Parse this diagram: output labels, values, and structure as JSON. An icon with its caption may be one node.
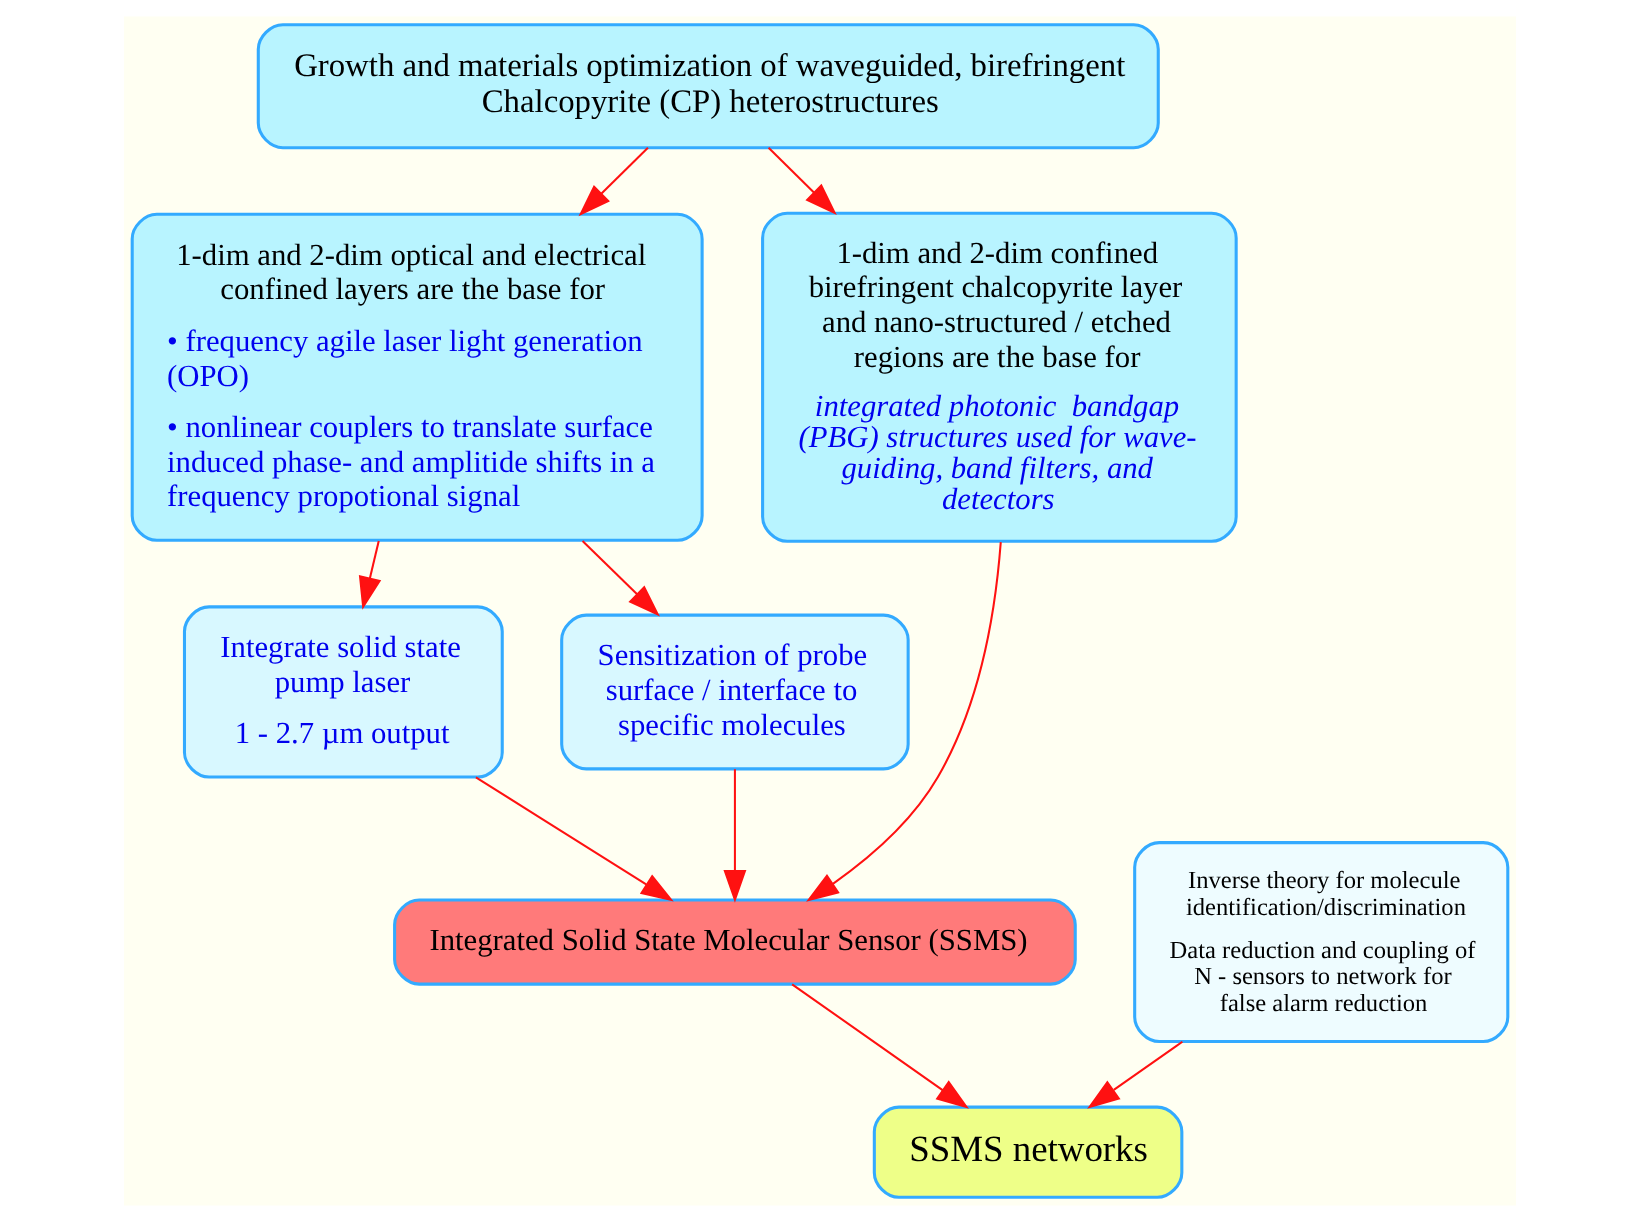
{
  "diagram": {
    "nodes": [
      {
        "text": [
          "Growth and materials optimization of waveguided, birefringent Chalcopyrite (CP) heterostructures"
        ]
      },
      {
        "text": [
          "1-dim and 2-dim optical and electrical confined layers are the base for",
          "• frequency agile laser light generation (OPO)",
          "• nonlinear couplers to translate surface induced phase- and amplitide shifts in a frequency propotional signal"
        ]
      },
      {
        "text": [
          "1-dim and 2-dim confined birefringent chalcopyrite layer and nano-structured / etched regions are the base for",
          "integrated photonic  bandgap (PBG) structures used for wave-guiding, band filters, and detectors"
        ]
      },
      {
        "text": [
          "Integrate solid state pump laser",
          "1 - 2.7 µm output"
        ]
      },
      {
        "text": [
          "Sensitization of probe surface / interface to specific molecules"
        ]
      },
      {
        "text": [
          "Inverse theory for molecule identification/discrimination",
          "Data reduction and coupling of N - sensors to network for  false alarm reduction"
        ]
      },
      {
        "text": [
          "Integrated Solid State Molecular Sensor (SSMS)"
        ]
      },
      {
        "text": [
          "SSMS networks"
        ]
      }
    ],
    "edges": [
      {
        "from": 0,
        "to": 1,
        "arrow": "to"
      },
      {
        "from": 0,
        "to": 2,
        "arrow": "to"
      },
      {
        "from": 1,
        "to": 3,
        "arrow": "to"
      },
      {
        "from": 1,
        "to": 4,
        "arrow": "to"
      },
      {
        "from": 3,
        "to": 6,
        "arrow": "to"
      },
      {
        "from": 4,
        "to": 6,
        "arrow": "to"
      },
      {
        "from": 2,
        "to": 6,
        "arrow": "to"
      },
      {
        "from": 6,
        "to": 7,
        "arrow": "to"
      },
      {
        "from": 5,
        "to": 7,
        "arrow": "to"
      }
    ]
  }
}
